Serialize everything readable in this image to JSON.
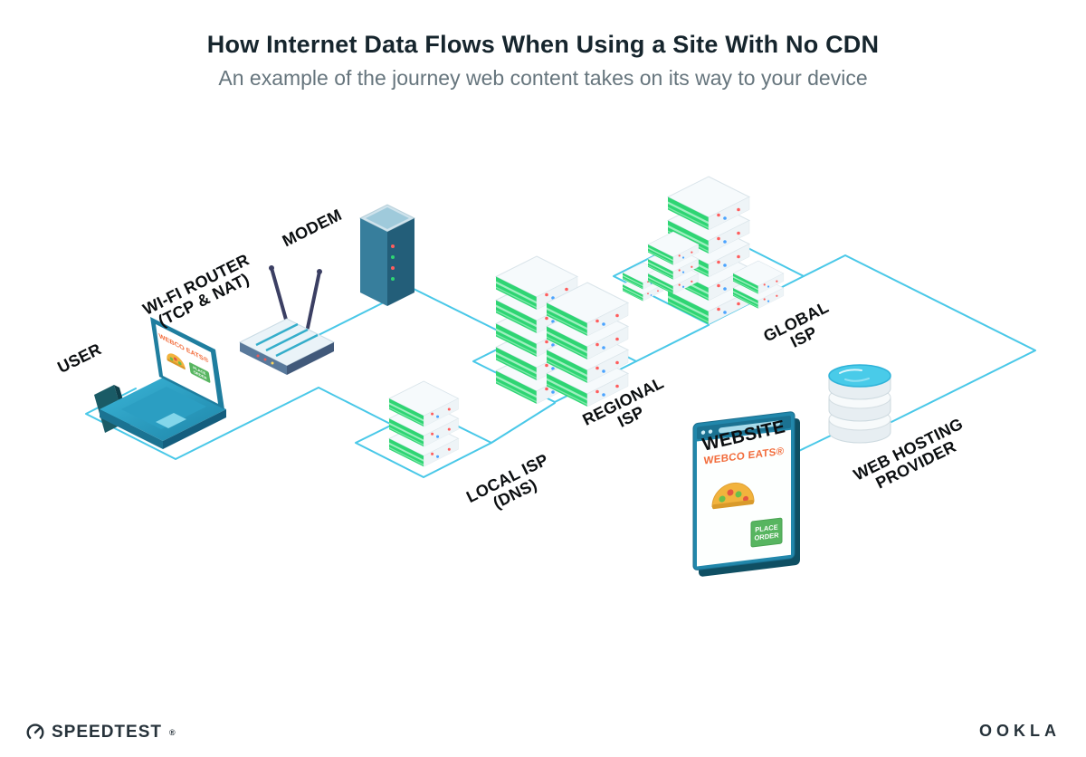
{
  "header": {
    "title": "How Internet Data Flows When Using a Site With No CDN",
    "subtitle": "An example of the journey web content takes on its way to your device"
  },
  "diagram": {
    "labels": {
      "user": "USER",
      "wifi_router": {
        "line1": "WI-FI ROUTER",
        "line2": "(TCP & NAT)"
      },
      "modem": "MODEM",
      "local_isp": {
        "line1": "LOCAL ISP",
        "line2": "(DNS)"
      },
      "regional_isp": {
        "line1": "REGIONAL",
        "line2": "ISP"
      },
      "global_isp": {
        "line1": "GLOBAL",
        "line2": "ISP"
      },
      "website": "WEBSITE",
      "web_hosting": {
        "line1": "WEB HOSTING",
        "line2": "PROVIDER"
      }
    },
    "website_mock": {
      "brand": "WEBCO EATS®",
      "cta_line1": "PLACE",
      "cta_line2": "ORDER"
    },
    "laptop_mock": {
      "brand": "WEBCO EATS®"
    }
  },
  "footer": {
    "speedtest": "SPEEDTEST",
    "speedtest_mark": "®",
    "ookla": "OOKLA"
  },
  "colors": {
    "line_cyan": "#49C8E8",
    "server_green": "#2ED573",
    "teal_frame": "#2187AB",
    "brand_orange": "#F26B3A",
    "cta_green": "#57B560",
    "ink": "#16252D",
    "subtitle_gray": "#66757D"
  }
}
